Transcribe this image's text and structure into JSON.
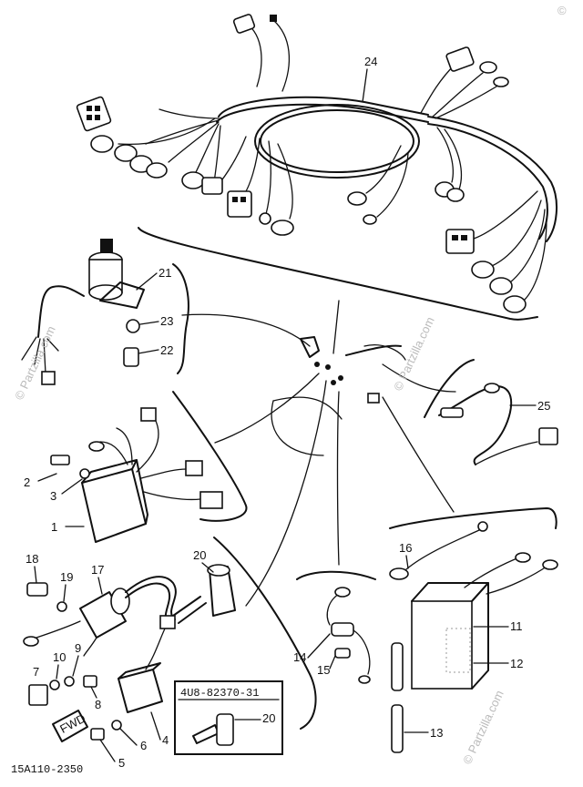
{
  "callouts": {
    "c1": "1",
    "c2": "2",
    "c3": "3",
    "c4": "4",
    "c5": "5",
    "c6": "6",
    "c7": "7",
    "c8": "8",
    "c9": "9",
    "c10": "10",
    "c11": "11",
    "c12": "12",
    "c13": "13",
    "c14": "14",
    "c15": "15",
    "c16": "16",
    "c17": "17",
    "c18": "18",
    "c19": "19",
    "c20": "20",
    "c20b": "20",
    "c21": "21",
    "c22": "22",
    "c23": "23",
    "c24": "24",
    "c25": "25"
  },
  "inset_part_number": "4U8-82370-31",
  "diagram_code": "15A110-2350",
  "label_fwd": "FWD",
  "watermarks": {
    "left": "© Partzilla.com",
    "right_mid": "© Partzilla.com",
    "right_bottom": "© Partzilla.com",
    "top": "©"
  }
}
